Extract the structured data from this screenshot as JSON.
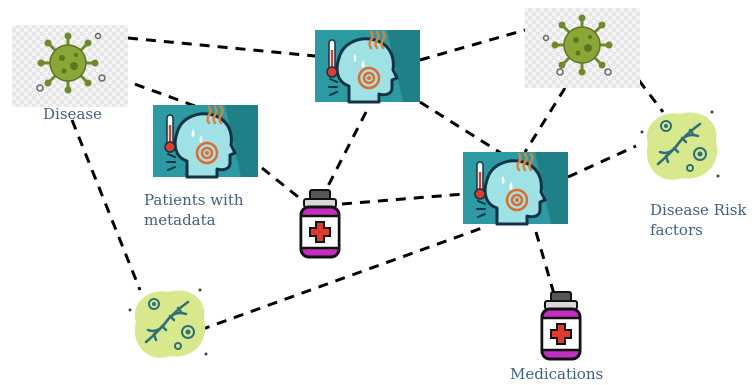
{
  "labels": {
    "disease": "Disease",
    "patients": "Patients with\nmetadata",
    "risk": "Disease Risk\nfactors",
    "medications": "Medications"
  },
  "icons": {
    "virus": "virus-icon",
    "patient": "patient-head-fever-icon",
    "medicine": "medicine-bottle-icon",
    "dna": "dna-risk-factor-icon"
  },
  "colors": {
    "label": "#3f5f86",
    "teal": "#2b9aa3",
    "virus_green": "#8aa637",
    "bottle_magenta": "#c22fc0",
    "cross_red": "#e23a2a",
    "dna_blob": "#d7e88d",
    "edge": "#000000"
  }
}
